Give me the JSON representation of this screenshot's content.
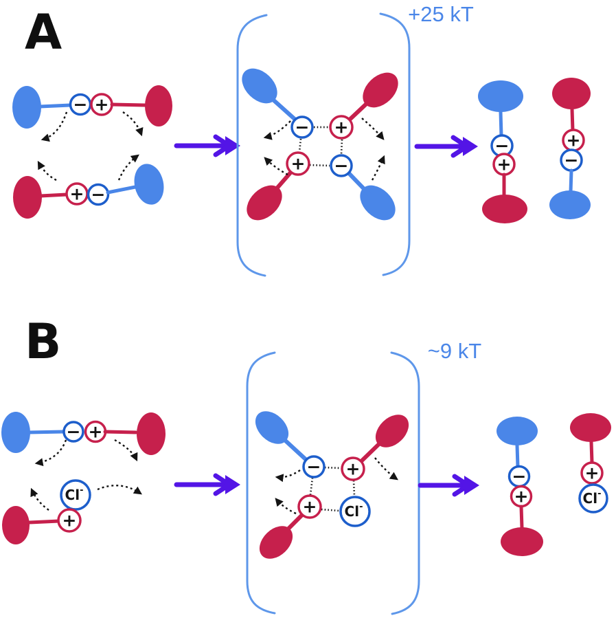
{
  "figure": {
    "panels": [
      {
        "id": "A",
        "label": "A",
        "energy_label": "+25 kT"
      },
      {
        "id": "B",
        "label": "B",
        "energy_label": "~9 kT"
      }
    ],
    "symbols": {
      "minus": "−",
      "plus": "+",
      "chloride": "Cl",
      "chloride_sup": "-"
    },
    "colors": {
      "blue": "#4a86e8",
      "red": "#c6204c",
      "ring_blue": "#1d5ecb",
      "purple": "#5315e6",
      "bracket_blue": "#5e97ea",
      "energy_blue": "#4a86e8",
      "ink": "#141414"
    }
  }
}
